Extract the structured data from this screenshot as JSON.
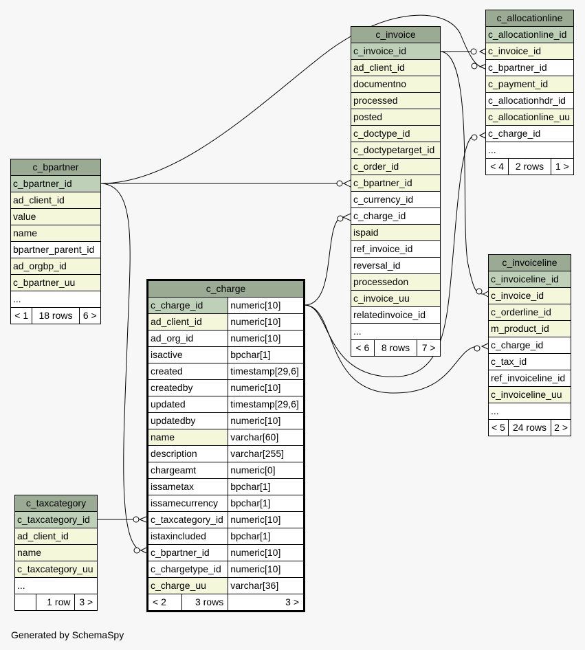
{
  "footer": "Generated by SchemaSpy",
  "tables": {
    "c_allocationline": {
      "name": "c_allocationline",
      "columns": [
        "c_allocationline_id",
        "c_invoice_id",
        "c_bpartner_id",
        "c_payment_id",
        "c_allocationhdr_id",
        "c_allocationline_uu",
        "c_charge_id",
        "..."
      ],
      "nav": [
        "< 4",
        "2 rows",
        "1 >"
      ]
    },
    "c_invoice": {
      "name": "c_invoice",
      "columns": [
        "c_invoice_id",
        "ad_client_id",
        "documentno",
        "processed",
        "posted",
        "c_doctype_id",
        "c_doctypetarget_id",
        "c_order_id",
        "c_bpartner_id",
        "c_currency_id",
        "c_charge_id",
        "ispaid",
        "ref_invoice_id",
        "reversal_id",
        "processedon",
        "c_invoice_uu",
        "relatedinvoice_id",
        "..."
      ],
      "nav": [
        "< 6",
        "8 rows",
        "7 >"
      ]
    },
    "c_bpartner": {
      "name": "c_bpartner",
      "columns": [
        "c_bpartner_id",
        "ad_client_id",
        "value",
        "name",
        "bpartner_parent_id",
        "ad_orgbp_id",
        "c_bpartner_uu",
        "..."
      ],
      "nav": [
        "< 1",
        "18 rows",
        "6 >"
      ]
    },
    "c_invoiceline": {
      "name": "c_invoiceline",
      "columns": [
        "c_invoiceline_id",
        "c_invoice_id",
        "c_orderline_id",
        "m_product_id",
        "c_charge_id",
        "c_tax_id",
        "ref_invoiceline_id",
        "c_invoiceline_uu",
        "..."
      ],
      "nav": [
        "< 5",
        "24 rows",
        "2 >"
      ]
    },
    "c_charge": {
      "name": "c_charge",
      "columns": [
        [
          "c_charge_id",
          "numeric[10]"
        ],
        [
          "ad_client_id",
          "numeric[10]"
        ],
        [
          "ad_org_id",
          "numeric[10]"
        ],
        [
          "isactive",
          "bpchar[1]"
        ],
        [
          "created",
          "timestamp[29,6]"
        ],
        [
          "createdby",
          "numeric[10]"
        ],
        [
          "updated",
          "timestamp[29,6]"
        ],
        [
          "updatedby",
          "numeric[10]"
        ],
        [
          "name",
          "varchar[60]"
        ],
        [
          "description",
          "varchar[255]"
        ],
        [
          "chargeamt",
          "numeric[0]"
        ],
        [
          "issametax",
          "bpchar[1]"
        ],
        [
          "issamecurrency",
          "bpchar[1]"
        ],
        [
          "c_taxcategory_id",
          "numeric[10]"
        ],
        [
          "istaxincluded",
          "bpchar[1]"
        ],
        [
          "c_bpartner_id",
          "numeric[10]"
        ],
        [
          "c_chargetype_id",
          "numeric[10]"
        ],
        [
          "c_charge_uu",
          "varchar[36]"
        ]
      ],
      "nav": [
        "< 2",
        "3 rows",
        "3 >"
      ]
    },
    "c_taxcategory": {
      "name": "c_taxcategory",
      "columns": [
        "c_taxcategory_id",
        "ad_client_id",
        "name",
        "c_taxcategory_uu",
        "..."
      ],
      "nav": [
        "",
        "1 row",
        "3 >"
      ]
    }
  }
}
